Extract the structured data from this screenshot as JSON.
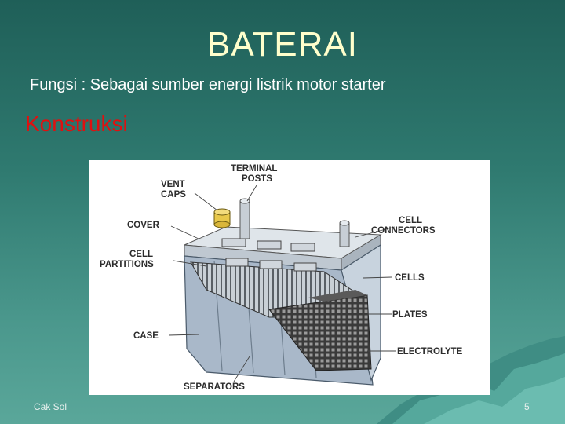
{
  "title": "BATERAI",
  "fungsi": "Fungsi : Sebagai sumber energi listrik motor starter",
  "section_heading": "Konstruksi",
  "footer": {
    "author": "Cak Sol",
    "page_number": "5"
  },
  "colors": {
    "title": "#ffffcc",
    "section_heading": "#e01010",
    "body_text": "#ffffff",
    "battery_case": "#a9b8c9",
    "battery_plates": "#333333"
  },
  "diagram": {
    "labels": {
      "vent_caps_1": "VENT",
      "vent_caps_2": "CAPS",
      "terminal_posts_1": "TERMINAL",
      "terminal_posts_2": "POSTS",
      "cover": "COVER",
      "cell_connectors_1": "CELL",
      "cell_connectors_2": "CONNECTORS",
      "cell_partitions_1": "CELL",
      "cell_partitions_2": "PARTITIONS",
      "cells": "CELLS",
      "plates": "PLATES",
      "case": "CASE",
      "electrolyte": "ELECTROLYTE",
      "separators": "SEPARATORS"
    }
  }
}
